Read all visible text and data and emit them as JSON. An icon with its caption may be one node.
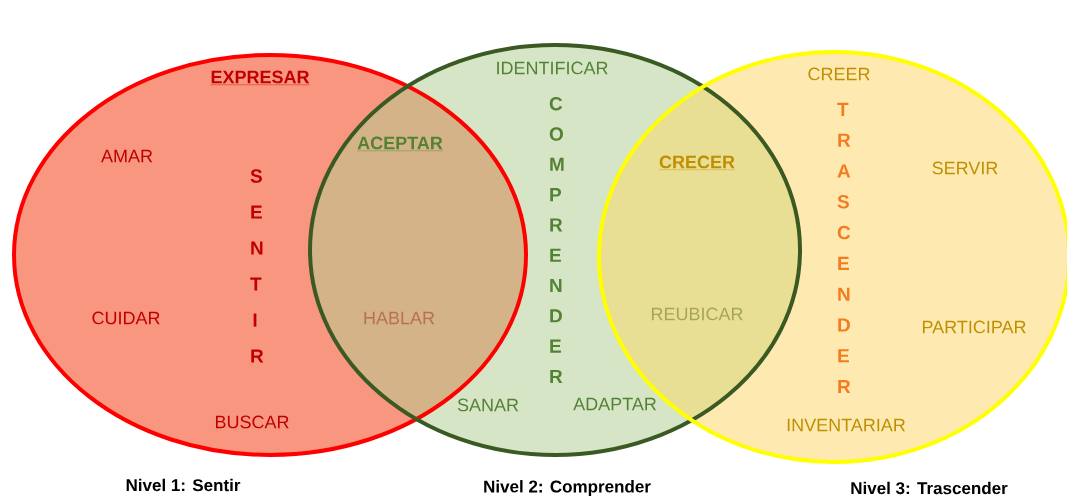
{
  "diagram": {
    "nodes": [
      {
        "text": [
          "EXPRESAR",
          "AMAR",
          "S E N T I R",
          "CUIDAR",
          "BUSCAR",
          "Nivel 1: Sentir"
        ]
      },
      {
        "text": [
          "IDENTIFICAR",
          "C O M P R E N D E R",
          "SANAR",
          "ADAPTAR",
          "Nivel 2: Comprender"
        ]
      },
      {
        "text": [
          "CREER",
          "T R A S C E N D E R",
          "SERVIR",
          "PARTICIPAR",
          "INVENTARIAR",
          "Nivel 3: Trascender"
        ]
      }
    ],
    "labels": [
      "ACEPTAR",
      "CRECER",
      "HABLAR",
      "REUBICAR"
    ]
  }
}
